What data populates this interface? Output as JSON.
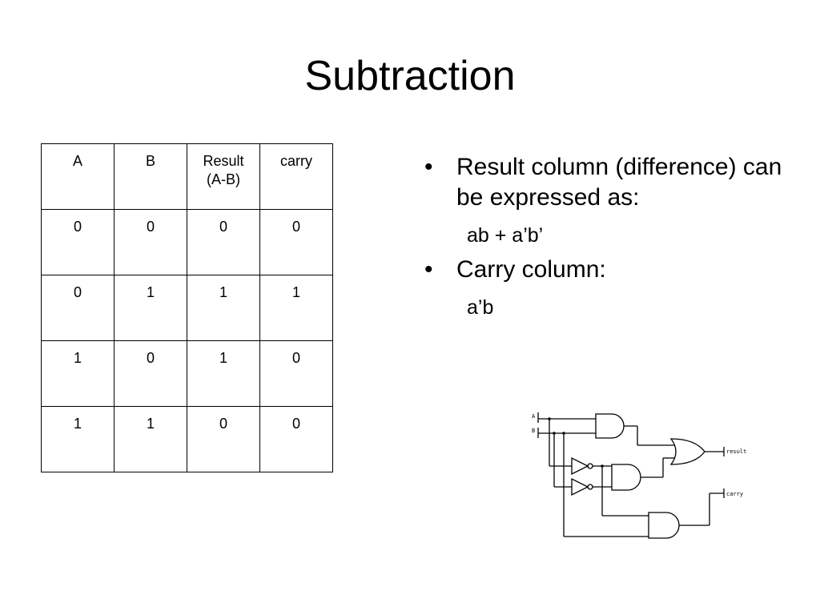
{
  "slide": {
    "title": "Subtraction"
  },
  "table": {
    "header": [
      "A",
      "B",
      "Result\n(A-B)",
      "carry"
    ],
    "rows": [
      [
        "0",
        "0",
        "0",
        "0"
      ],
      [
        "0",
        "1",
        "1",
        "1"
      ],
      [
        "1",
        "0",
        "1",
        "0"
      ],
      [
        "1",
        "1",
        "0",
        "0"
      ]
    ]
  },
  "bullets": [
    {
      "text": "Result column (difference) can be expressed as:",
      "sub": "ab + a’b’"
    },
    {
      "text": "Carry column:",
      "sub": "a’b"
    }
  ],
  "bullet_symbol": "•",
  "circuit": {
    "input_labels": [
      "A",
      "B"
    ],
    "output_labels": [
      "result",
      "carry"
    ],
    "gates": [
      "and-gate",
      "or-gate",
      "not-gate",
      "not-gate",
      "and-gate",
      "and-gate"
    ]
  }
}
